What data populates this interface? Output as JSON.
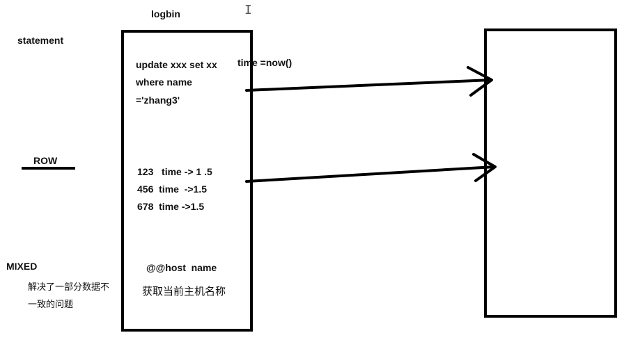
{
  "title": "logbin",
  "modes": {
    "statement": "statement",
    "row": "ROW",
    "mixed": "MIXED",
    "mixed_note_line1": "解决了一部分数据不",
    "mixed_note_line2": "一致的问题"
  },
  "statement_box": {
    "line1": "update xxx set xx",
    "line1_extra": "time =now()",
    "line2": "where name",
    "line3": "='zhang3'"
  },
  "row_box": {
    "line1": "123   time -> 1 .5",
    "line2": "456  time  ->1.5",
    "line3": "678  time ->1.5"
  },
  "mixed_box": {
    "line1": "@@host  name",
    "line2": "获取当前主机名称"
  },
  "colors": {
    "stroke": "#000000",
    "text": "#111111",
    "background": "#ffffff"
  }
}
